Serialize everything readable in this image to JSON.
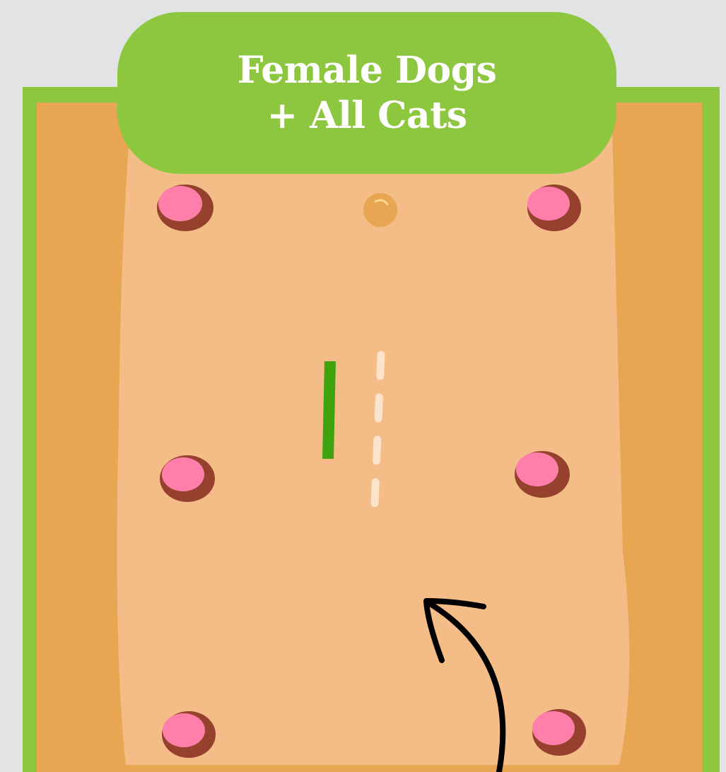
{
  "title": {
    "line1": "Female Dogs",
    "line2": "+ All Cats"
  },
  "colors": {
    "background": "#e2e3e5",
    "frame_border": "#8dc63f",
    "title_badge": "#8dc63f",
    "title_text": "#ffffff",
    "outer_skin": "#e8a552",
    "inner_belly": "#f4bc86",
    "nipple": "#ff7eaa",
    "nipple_shadow": "#96412e",
    "navel": "#e8a552",
    "incision": "#3fa30e",
    "midline_dashes": "#fbe3cc",
    "arrow": "#000000"
  },
  "icons": {
    "nipples": "nipple-icon",
    "navel": "navel-icon",
    "incision": "incision-mark",
    "midline": "midline-dashed-line",
    "arrow": "curved-arrow-icon"
  }
}
